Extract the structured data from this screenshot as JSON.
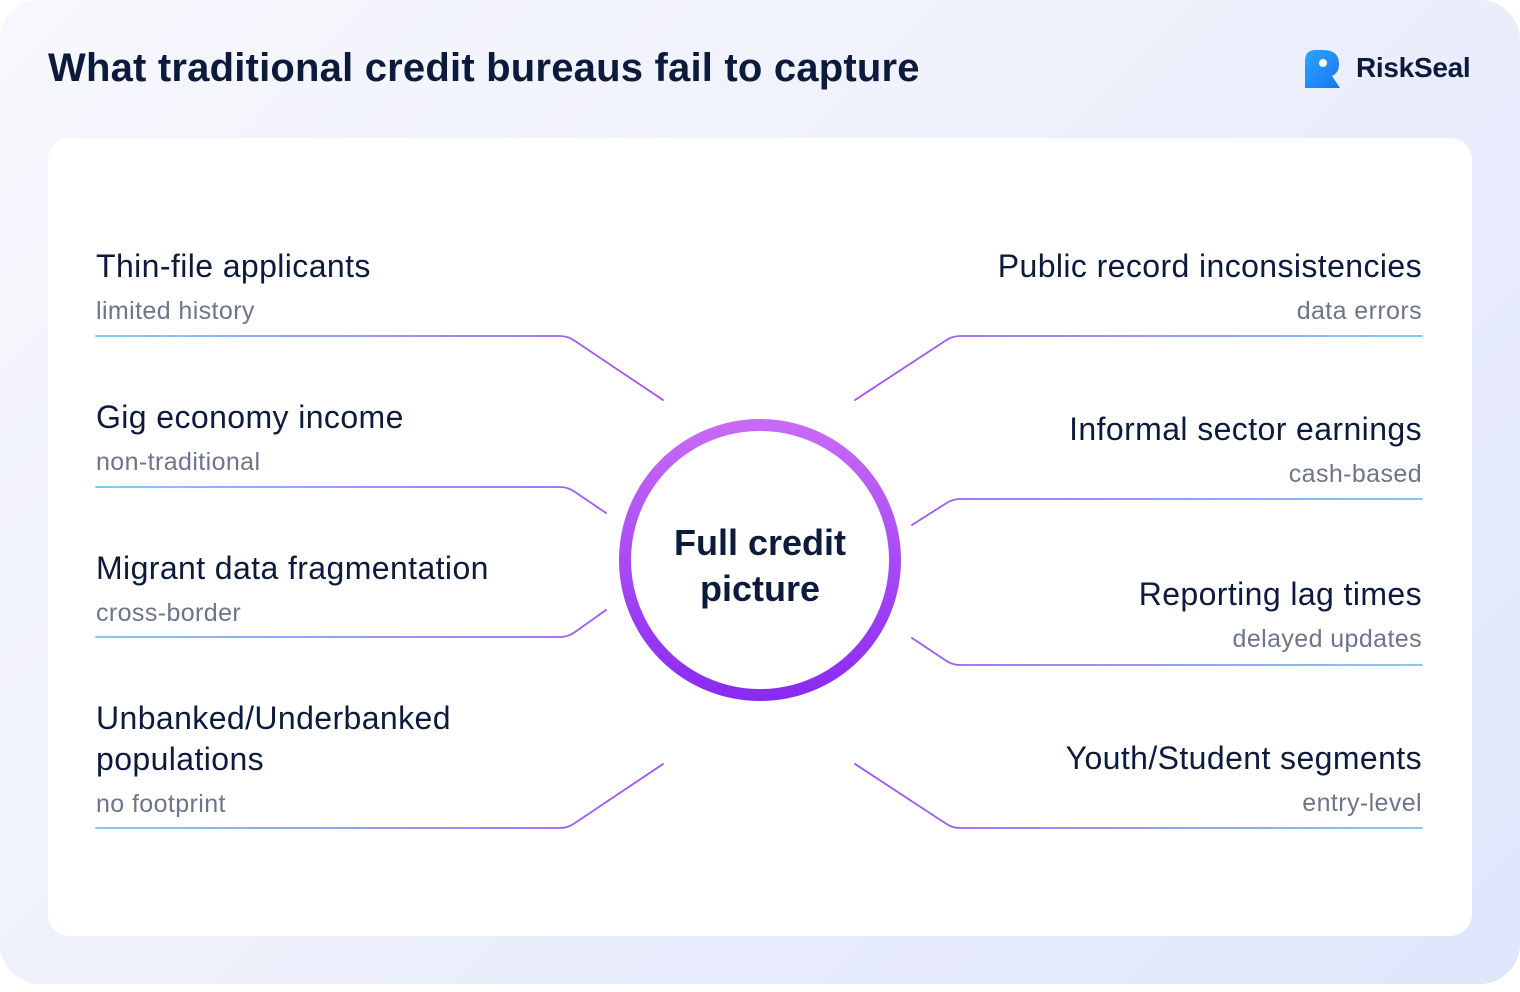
{
  "header": {
    "title": "What traditional credit bureaus fail to capture",
    "brand_name": "RiskSeal"
  },
  "hub": {
    "label": "Full credit picture"
  },
  "left_items": [
    {
      "label": "Thin-file applicants",
      "sub": "limited history"
    },
    {
      "label": "Gig economy income",
      "sub": "non-traditional"
    },
    {
      "label": "Migrant data fragmentation",
      "sub": "cross-border"
    },
    {
      "label": "Unbanked/Underbanked populations",
      "sub": "no footprint"
    }
  ],
  "right_items": [
    {
      "label": "Public record inconsistencies",
      "sub": "data errors"
    },
    {
      "label": "Informal sector earnings",
      "sub": "cash-based"
    },
    {
      "label": "Reporting lag times",
      "sub": "delayed updates"
    },
    {
      "label": "Youth/Student segments",
      "sub": "entry-level"
    }
  ],
  "colors": {
    "title": "#0c1a3c",
    "subtext": "#6d7688",
    "line_blue": "#6ec4f5",
    "line_purple": "#a44cf2",
    "ring_top": "#c86af7",
    "ring_bottom": "#8a2bf2",
    "brand_blue": "#1e8cf8"
  }
}
